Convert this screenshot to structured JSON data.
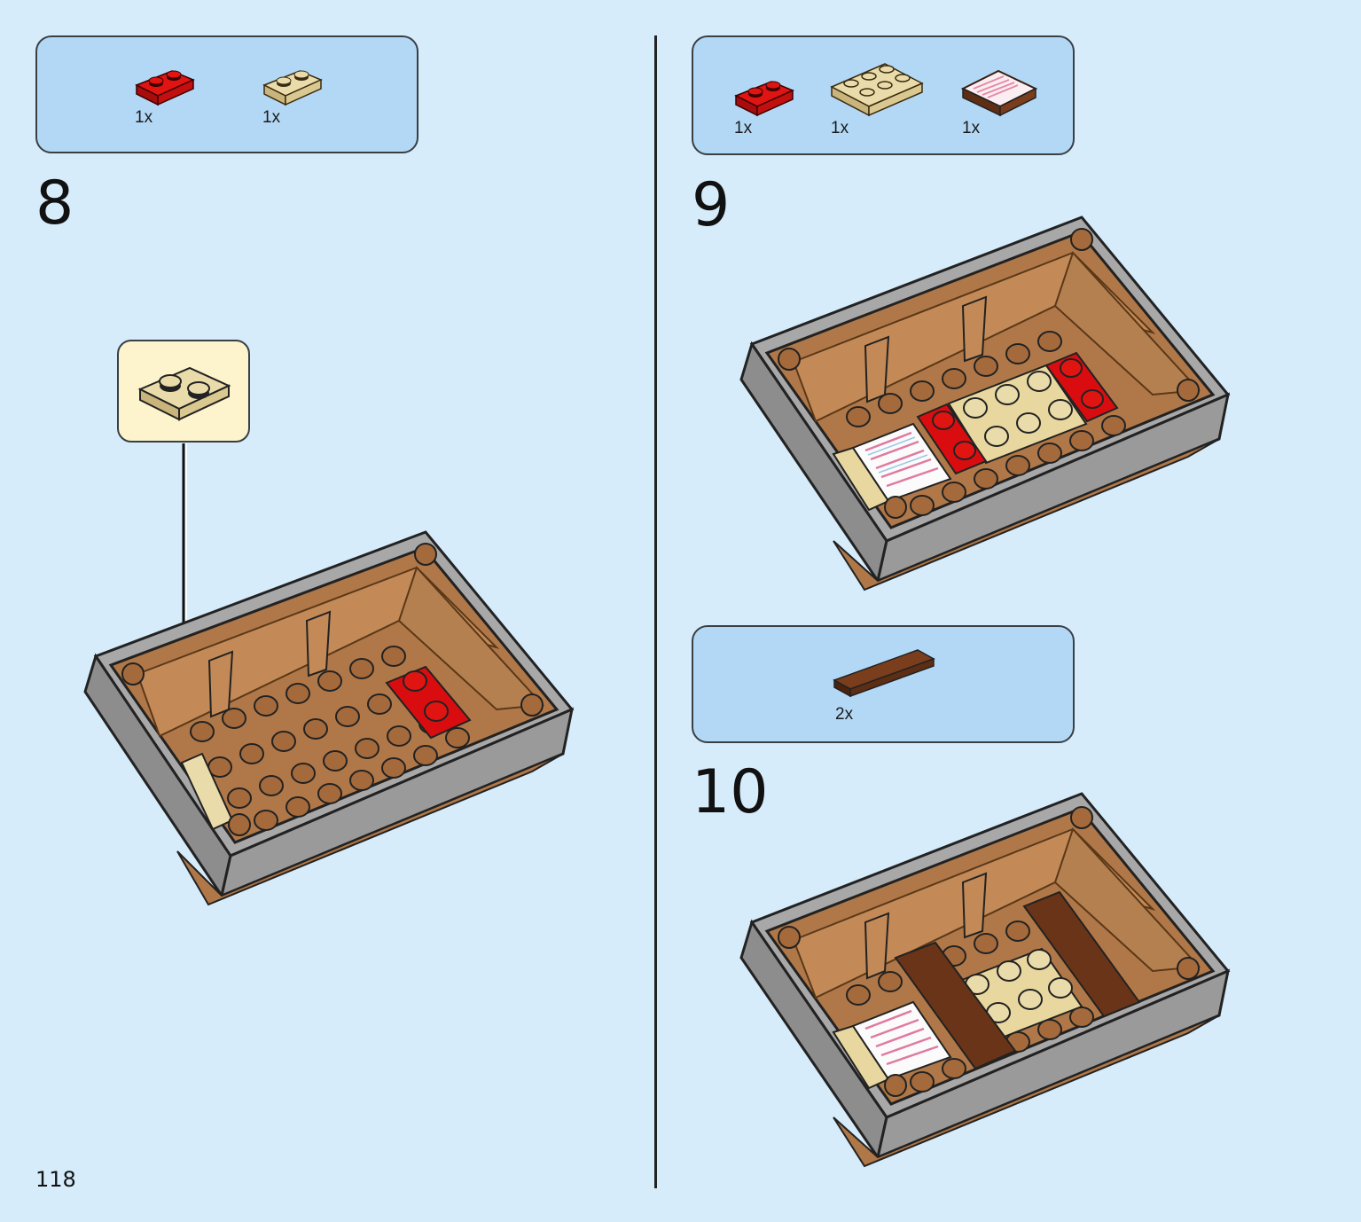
{
  "page": {
    "number": "118"
  },
  "steps": [
    {
      "number": "8",
      "parts": [
        {
          "icon": "red-plate-1x2-icon",
          "qty": "1x"
        },
        {
          "icon": "tan-plate-1x2-icon",
          "qty": "1x"
        }
      ]
    },
    {
      "number": "9",
      "parts": [
        {
          "icon": "red-plate-1x2-icon",
          "qty": "1x"
        },
        {
          "icon": "tan-plate-2x3-icon",
          "qty": "1x"
        },
        {
          "icon": "printed-tile-2x2-icon",
          "qty": "1x"
        }
      ]
    },
    {
      "number": "10",
      "parts": [
        {
          "icon": "brown-tile-1x6-icon",
          "qty": "2x"
        }
      ]
    }
  ],
  "colors": {
    "background": "#d6ecfb",
    "parts_box": "#b3d8f5",
    "callout": "#fdf3cc",
    "red": "#d90d10",
    "tan": "#e8d8a0",
    "brown": "#b07848",
    "dark_brown": "#5e2e14",
    "grey": "#a9a9a9"
  }
}
